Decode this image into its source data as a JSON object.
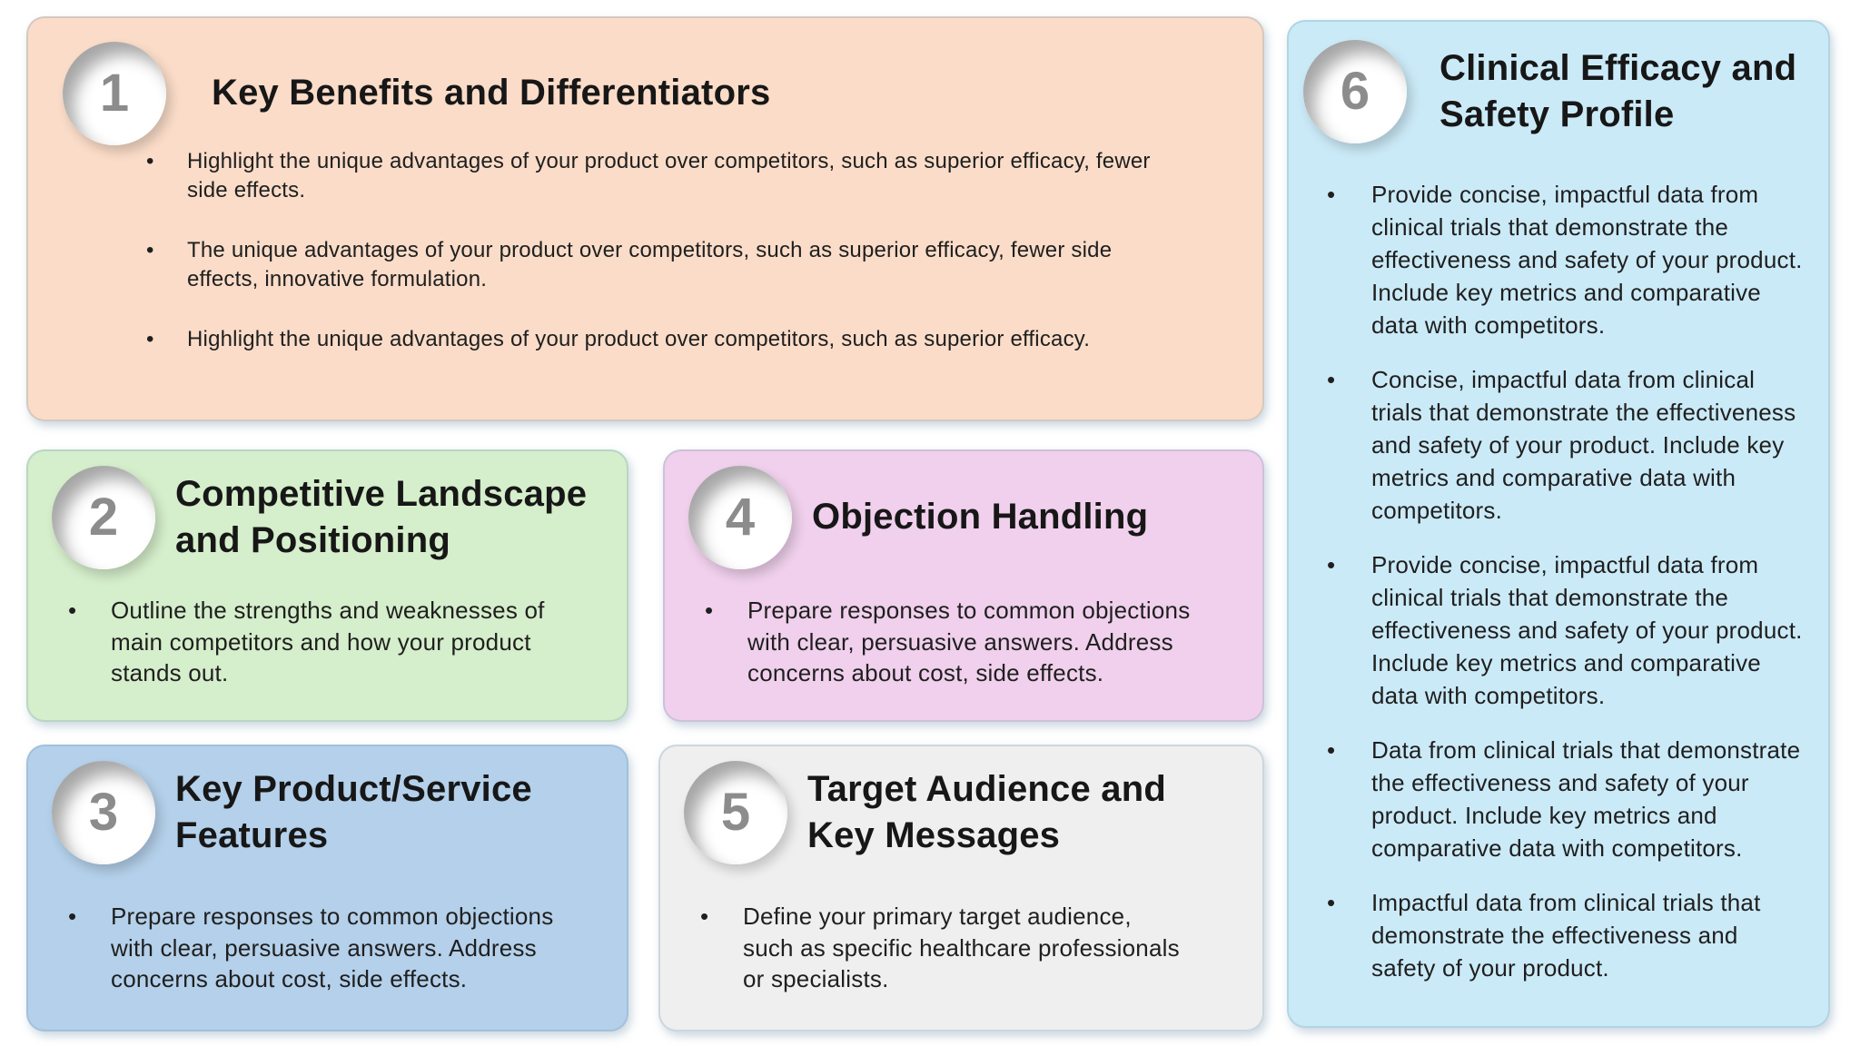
{
  "page": {
    "background": "#ffffff",
    "description": "Six-step pharmaceutical sales battlecard infographic"
  },
  "colors": {
    "title_text": "#171717",
    "body_text": "#1f1f1f",
    "number_text": "#8c8c8c",
    "circle_fill": "#ffffff"
  },
  "cards": [
    {
      "number": "1",
      "title": "Key Benefits and Differentiators",
      "bg": "#fadcc8",
      "bullets": [
        "Highlight the unique advantages of your product over competitors, such as superior efficacy, fewer side effects.",
        "The unique advantages of your product over competitors, such as superior efficacy, fewer side effects, innovative formulation.",
        "Highlight the unique advantages of your product over competitors, such as superior efficacy."
      ]
    },
    {
      "number": "2",
      "title": "Competitive Landscape and Positioning",
      "bg": "#d5eecb",
      "bullets": [
        "Outline the strengths and weaknesses of main competitors and how your product stands out."
      ]
    },
    {
      "number": "3",
      "title": "Key Product/Service Features",
      "bg": "#b4d0ea",
      "bullets": [
        "Prepare responses to common objections with clear, persuasive answers. Address concerns about cost, side effects."
      ]
    },
    {
      "number": "4",
      "title": "Objection Handling",
      "bg": "#f0d0ec",
      "bullets": [
        "Prepare responses to common objections with clear, persuasive answers. Address concerns about cost, side effects."
      ]
    },
    {
      "number": "5",
      "title": "Target Audience and Key Messages",
      "bg": "#efefef",
      "bullets": [
        "Define your primary target audience, such as specific healthcare professionals or specialists."
      ]
    },
    {
      "number": "6",
      "title": "Clinical Efficacy and Safety Profile",
      "bg": "#cbeaf7",
      "bullets": [
        "Provide concise, impactful data from clinical trials that demonstrate the effectiveness and safety of your product. Include key metrics and comparative data with competitors.",
        "Concise, impactful data from clinical trials that demonstrate the effectiveness and safety of your product. Include key metrics and comparative data with competitors.",
        "Provide concise, impactful data from clinical trials that demonstrate the effectiveness and safety of your product. Include key metrics and comparative data with competitors.",
        "Data from clinical trials that demonstrate the effectiveness and safety of your product. Include key metrics and comparative data with competitors.",
        "Impactful data from clinical trials that demonstrate the effectiveness and safety of your product."
      ]
    }
  ]
}
